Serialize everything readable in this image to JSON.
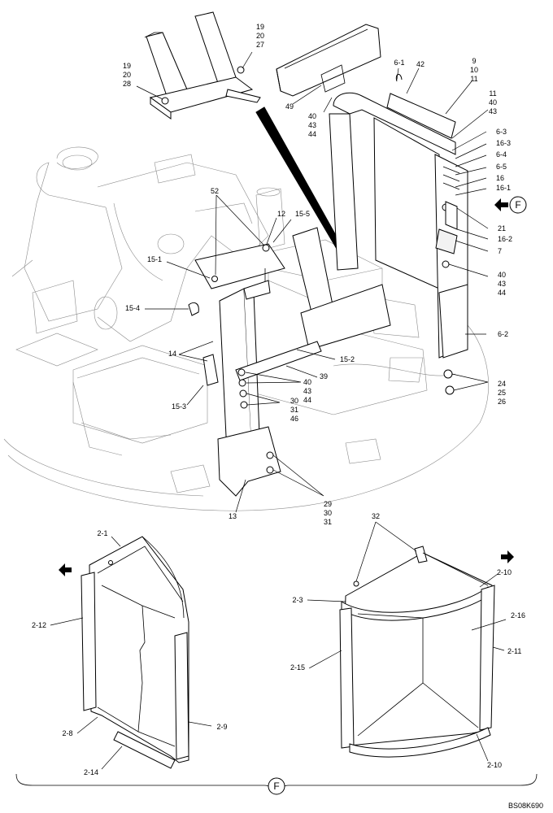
{
  "diagram": {
    "drawing_code": "BS08K690",
    "view_marker": "F",
    "callout_groups": [
      {
        "id": "g-19-20-27",
        "lines": [
          "19",
          "20",
          "27"
        ]
      },
      {
        "id": "g-19-20-28",
        "lines": [
          "19",
          "20",
          "28"
        ]
      },
      {
        "id": "g-49",
        "lines": [
          "49"
        ]
      },
      {
        "id": "g-40-43-44-top",
        "lines": [
          "40",
          "43",
          "44"
        ]
      },
      {
        "id": "g-6-1",
        "lines": [
          "6-1"
        ]
      },
      {
        "id": "g-42",
        "lines": [
          "42"
        ]
      },
      {
        "id": "g-9-10-11",
        "lines": [
          "9",
          "10",
          "11"
        ]
      },
      {
        "id": "g-11-40-43",
        "lines": [
          "11",
          "40",
          "43"
        ]
      },
      {
        "id": "g-6-3",
        "lines": [
          "6-3"
        ]
      },
      {
        "id": "g-16-3",
        "lines": [
          "16-3"
        ]
      },
      {
        "id": "g-6-4",
        "lines": [
          "6-4"
        ]
      },
      {
        "id": "g-6-5",
        "lines": [
          "6-5"
        ]
      },
      {
        "id": "g-16",
        "lines": [
          "16"
        ]
      },
      {
        "id": "g-16-1",
        "lines": [
          "16-1"
        ]
      },
      {
        "id": "g-21",
        "lines": [
          "21"
        ]
      },
      {
        "id": "g-16-2",
        "lines": [
          "16-2"
        ]
      },
      {
        "id": "g-7",
        "lines": [
          "7"
        ]
      },
      {
        "id": "g-40-43-44-right",
        "lines": [
          "40",
          "43",
          "44"
        ]
      },
      {
        "id": "g-6-2",
        "lines": [
          "6-2"
        ]
      },
      {
        "id": "g-24-25-26",
        "lines": [
          "24",
          "25",
          "26"
        ]
      },
      {
        "id": "g-52",
        "lines": [
          "52"
        ]
      },
      {
        "id": "g-12",
        "lines": [
          "12"
        ]
      },
      {
        "id": "g-15-5",
        "lines": [
          "15-5"
        ]
      },
      {
        "id": "g-15-1",
        "lines": [
          "15-1"
        ]
      },
      {
        "id": "g-15-4",
        "lines": [
          "15-4"
        ]
      },
      {
        "id": "g-14",
        "lines": [
          "14"
        ]
      },
      {
        "id": "g-15-2",
        "lines": [
          "15-2"
        ]
      },
      {
        "id": "g-39",
        "lines": [
          "39"
        ]
      },
      {
        "id": "g-40-43-44-mid",
        "lines": [
          "40",
          "43",
          "44"
        ]
      },
      {
        "id": "g-30-31-46",
        "lines": [
          "30",
          "31",
          "46"
        ]
      },
      {
        "id": "g-15-3",
        "lines": [
          "15-3"
        ]
      },
      {
        "id": "g-29-30-31",
        "lines": [
          "29",
          "30",
          "31"
        ]
      },
      {
        "id": "g-13",
        "lines": [
          "13"
        ]
      },
      {
        "id": "g-2-1",
        "lines": [
          "2-1"
        ]
      },
      {
        "id": "g-2-12",
        "lines": [
          "2-12"
        ]
      },
      {
        "id": "g-2-8",
        "lines": [
          "2-8"
        ]
      },
      {
        "id": "g-2-9",
        "lines": [
          "2-9"
        ]
      },
      {
        "id": "g-2-14",
        "lines": [
          "2-14"
        ]
      },
      {
        "id": "g-32",
        "lines": [
          "32"
        ]
      },
      {
        "id": "g-2-10-top",
        "lines": [
          "2-10"
        ]
      },
      {
        "id": "g-2-3",
        "lines": [
          "2-3"
        ]
      },
      {
        "id": "g-2-16",
        "lines": [
          "2-16"
        ]
      },
      {
        "id": "g-2-11",
        "lines": [
          "2-11"
        ]
      },
      {
        "id": "g-2-15",
        "lines": [
          "2-15"
        ]
      },
      {
        "id": "g-2-10-bottom",
        "lines": [
          "2-10"
        ]
      }
    ]
  }
}
